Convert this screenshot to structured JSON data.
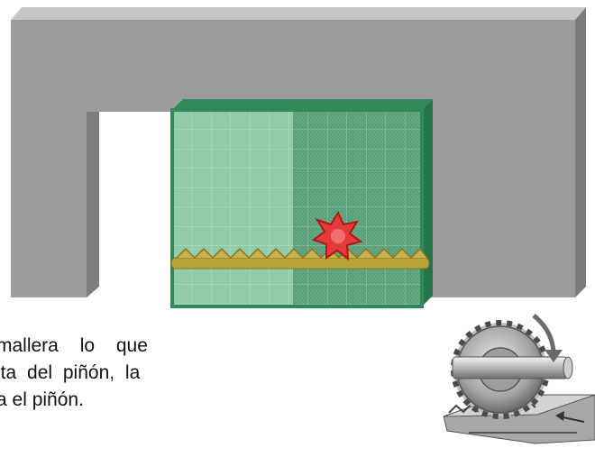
{
  "caption": {
    "line1": "mallera lo que",
    "line2": "lta del piñón, la",
    "line3": "a el piñón."
  },
  "colors": {
    "frame": "#9a9a9a",
    "frame_top": "#c4c4c4",
    "frame_side": "#7a7a7a",
    "panel_light": "#8ec9a6",
    "panel_dark": "#5aa07a",
    "panel_border": "#2f8a57",
    "rack": "#b8a338",
    "burst": "#e02020"
  },
  "icons": {
    "burst": "contact-burst-icon",
    "gear": "rack-and-pinion-illustration"
  }
}
